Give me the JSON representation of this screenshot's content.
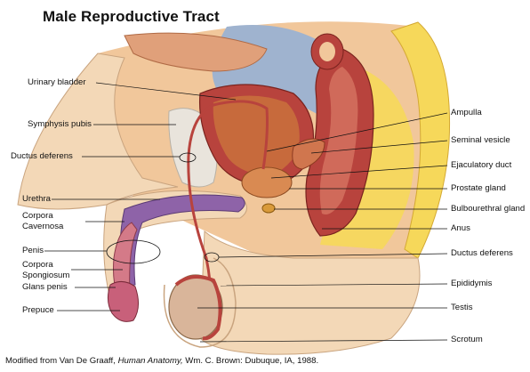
{
  "title": "Male Reproductive Tract",
  "labels_left": {
    "urinary_bladder": "Urinary bladder",
    "symphysis_pubis": "Symphysis pubis",
    "ductus_deferens": "Ductus deferens",
    "urethra": "Urethra",
    "corpora_cavernosa_1": "Corpora",
    "corpora_cavernosa_2": "Cavernosa",
    "penis": "Penis",
    "corpora_spongiosum_1": "Corpora",
    "corpora_spongiosum_2": "Spongiosum",
    "glans_penis": "Glans penis",
    "prepuce": "Prepuce"
  },
  "labels_right": {
    "ampulla": "Ampulla",
    "seminal_vesicle": "Seminal vesicle",
    "ejaculatory_duct": "Ejaculatory duct",
    "prostate_gland": "Prostate gland",
    "bulbourethral_gland": "Bulbourethral gland",
    "anus": "Anus",
    "ductus_deferens": "Ductus deferens",
    "epididymis": "Epididymis",
    "testis": "Testis",
    "scrotum": "Scrotum"
  },
  "credit": {
    "prefix": "Modified from Van De Graaff, ",
    "book": "Human Anatomy,",
    "suffix": " Wm. C. Brown: Dubuque, IA, 1988."
  },
  "colors": {
    "skin": "#f3d8b7",
    "fat": "#f6d85a",
    "muscle": "#b8433d",
    "erectile": "#8e63a8",
    "bladder_lining": "#c76a3c",
    "bone": "#e9e4dc",
    "sky": "#9fb3cf"
  }
}
